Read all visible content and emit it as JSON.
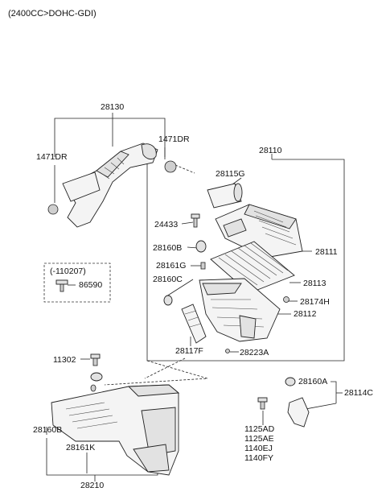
{
  "header": {
    "engine": "(2400CC>DOHC-GDI)"
  },
  "labels": {
    "p28130": "28130",
    "p1471DR_left": "1471DR",
    "p1471DR_right": "1471DR",
    "p28110": "28110",
    "p28115G": "28115G",
    "p24433": "24433",
    "p28160B_top": "28160B",
    "p28111": "28111",
    "p28161G": "28161G",
    "p28113": "28113",
    "p28160C": "28160C",
    "p28174H": "28174H",
    "p28112": "28112",
    "p28117F": "28117F",
    "p28223A": "28223A",
    "p11302": "11302",
    "p28160A": "28160A",
    "p28114C": "28114C",
    "p28160B_bottom": "28160B",
    "p28161K": "28161K",
    "p28210": "28210",
    "p1125AD": "1125AD",
    "p1125AE": "1125AE",
    "p1140EJ": "1140EJ",
    "p1140FY": "1140FY"
  },
  "inset": {
    "date_code": "(-110207)",
    "part": "86590"
  }
}
